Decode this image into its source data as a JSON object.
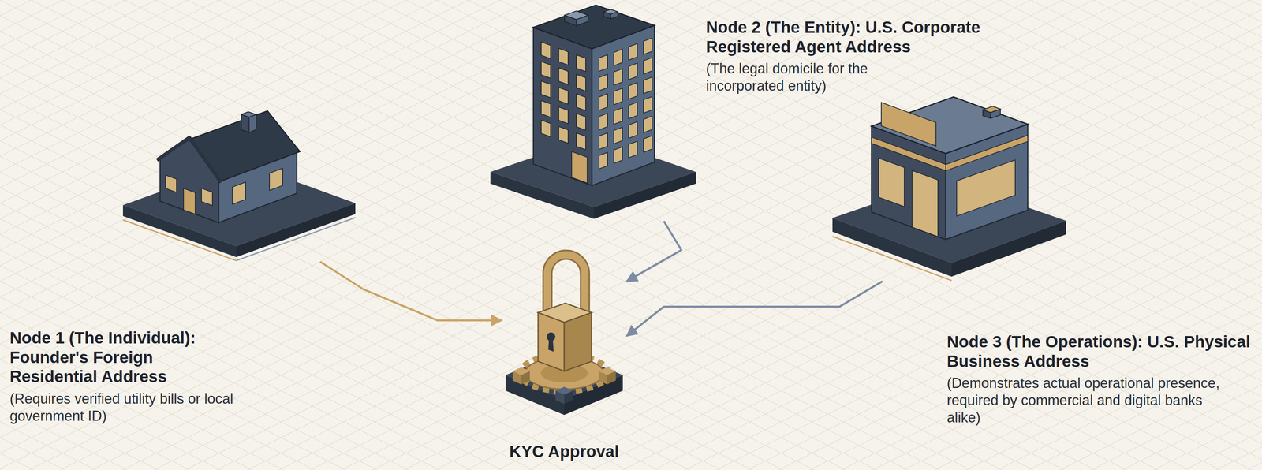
{
  "diagram": {
    "nodes": [
      {
        "text": [
          "Node 1 (The Individual): Founder's Foreign Residential Address",
          "(Requires verified utility bills or local government ID)"
        ]
      },
      {
        "text": [
          "Node 2 (The Entity): U.S. Corporate Registered Agent Address",
          "(The legal domicile for the incorporated entity)"
        ]
      },
      {
        "text": [
          "Node 3 (The Operations): U.S. Physical Business Address",
          "(Demonstrates actual operational presence, required by commercial and digital banks alike)"
        ]
      },
      {
        "text": [
          "KYC Approval"
        ]
      }
    ],
    "edges": [
      {
        "from": 0,
        "to": 3,
        "arrow": "to"
      },
      {
        "from": 1,
        "to": 3,
        "arrow": "to"
      },
      {
        "from": 2,
        "to": 3,
        "arrow": "to"
      }
    ]
  }
}
